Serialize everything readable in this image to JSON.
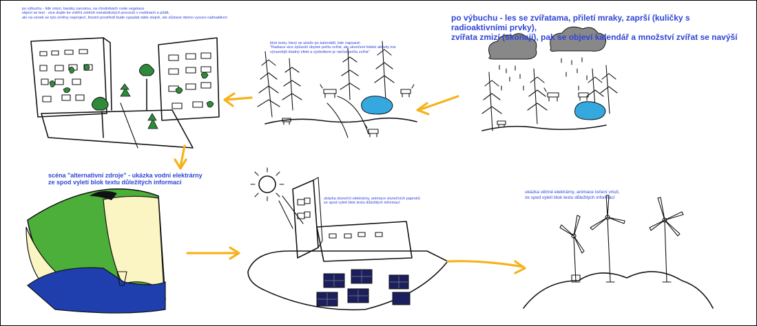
{
  "notes": {
    "scene1": "po výbuchu - lidé zmizí, baráky zarostou, na chodníkách roste vegetace\nobjeví se text - sice dojde ke vnitřní změně metabolických procesů v rostlinách a půdě,\nale na venek se tyto změny neprojeví, životní prostředí bude vypadat stále stejně, ale zůstane idomo vysoce radioaktivní",
    "scene2": "blok textu, který se ukáže po kalendáři, kde napsané:\n\"Radiace sice způsobí úbytek počtu zvířat, ale ukončení lidské aktivity má\nvýraznější kladný efekt a výsledkem je nárůst počtu zvířat\"",
    "scene3": "po výbuchu - les se zvířatama, přiletí mraky, zaprší (kuličky s radioaktivními prvky),\nzvířata zmizí (skonají), pak se objeví kalendář a množství zvířat se navýší",
    "scene4": "scéna \"alternativní zdroje\" - ukázka vodní elektrárny\nze spod vyletí blok textu důležitých informací",
    "scene5": "ukázka sluneční elektrárny, animace slunečních paprsků\nze spod vyletí blok textu důležitých informací",
    "scene6": "ukázka větrné elektrárny, animace točení vrtulí,\nze spod vyletí blok textu důležitých informací"
  },
  "colors": {
    "note_text": "#2f45d6",
    "arrow": "#f6b21a",
    "tree_green": "#2e8b3a",
    "lake_blue": "#35a8e0",
    "hydro_green": "#4caf3a",
    "hydro_cream": "#fbf5c4",
    "hydro_navy": "#1f3fae",
    "solar_panel": "#1b1f5e"
  },
  "icons": [
    "sun-icon",
    "cloud-icon",
    "tree-icon",
    "animal-icon",
    "wind-turbine-icon",
    "building-icon"
  ]
}
